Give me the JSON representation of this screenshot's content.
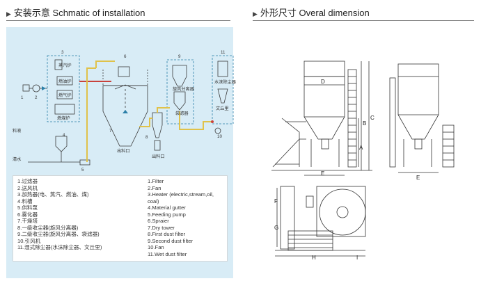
{
  "left_header": {
    "title": "安装示意 Schmatic of installation"
  },
  "right_header": {
    "title": "外形尺寸 Overal dimension"
  },
  "legend": {
    "chinese": [
      "1.过滤器",
      "2.送风机",
      "3.加热器(电、蒸汽、燃油、煤)",
      "4.料槽",
      "5.供料泵",
      "6.雾化器",
      "7.干燥塔",
      "8.一级收尘器(旋风分离器)",
      "9.二级收尘器(旋风分离器、袋滤器)",
      "10.引风机",
      "11.湿式除尘器(水沫除尘器、文丘里)"
    ],
    "english": [
      "1.Filter",
      "2.Fan",
      "3.Heater (electric,stream,oil,",
      "coal)",
      "4.Material gutter",
      "5.Feeding pump",
      "6.Spraier",
      "7.Dry tower",
      "8.First dust filter",
      "9.Second dust filter",
      "10.Fan",
      "11.Wet dust filter"
    ]
  },
  "schematic": {
    "heater_options": [
      "蒸汽炉",
      "燃油炉",
      "燃气炉",
      "燃煤炉"
    ],
    "material_label": "料液",
    "water_label": "清水",
    "bag_filter_label": "旋风分离器",
    "filter_bag_label": "袋滤器",
    "wet_collector_label": "水沫除尘器",
    "venturi_label": "文丘里",
    "outlet_a": "出料口",
    "outlet_b": "出料口",
    "num_1": "1",
    "num_2": "2",
    "num_3": "3",
    "num_4": "4",
    "num_5": "5",
    "num_6": "6",
    "num_7": "7",
    "num_8": "8",
    "num_9": "9",
    "num_10": "10",
    "num_11": "11"
  },
  "dimensions": {
    "front": {
      "D": "D",
      "B": "B",
      "C": "C",
      "A": "A",
      "E": "E"
    },
    "side": {
      "E": "E"
    },
    "plan": {
      "F": "F",
      "G": "G",
      "H": "H",
      "I": "I"
    }
  },
  "colors": {
    "panel_bg": "#d8ecf6",
    "hot_air_pipe": "#e0c24a",
    "inlet_pipe": "#c8423c",
    "line": "#3a3a3a",
    "dashed": "#2a7fa8"
  }
}
